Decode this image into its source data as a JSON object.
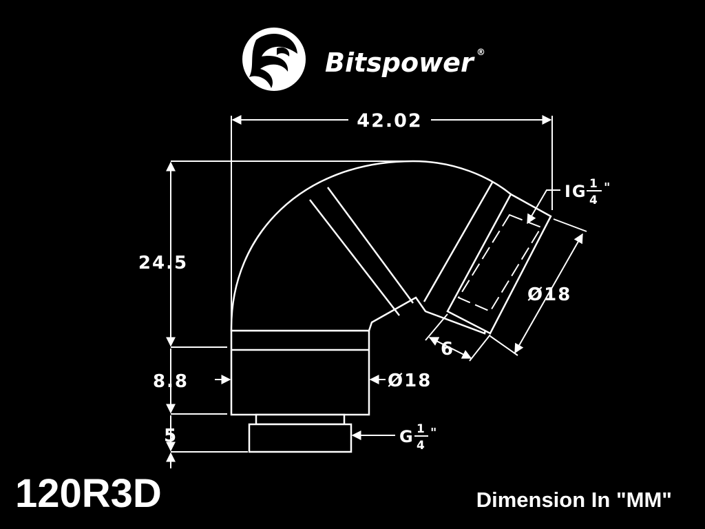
{
  "brand": {
    "name": "Bitspower",
    "reg_mark": "®"
  },
  "model": "120R3D",
  "footer": "Dimension  In  \"MM\"",
  "dimensions": {
    "width": "42.02",
    "height_upper": "24.5",
    "height_base": "8.8",
    "thread_length": "5",
    "diameter_base": "Ø18",
    "diameter_outlet": "Ø18",
    "outlet_depth": "6"
  },
  "thread_top": {
    "prefix": "IG",
    "num": "1",
    "den": "4",
    "suffix": "\""
  },
  "thread_bottom": {
    "prefix": "G",
    "num": "1",
    "den": "4",
    "suffix": "\""
  },
  "colors": {
    "background": "#000000",
    "line": "#ffffff"
  }
}
